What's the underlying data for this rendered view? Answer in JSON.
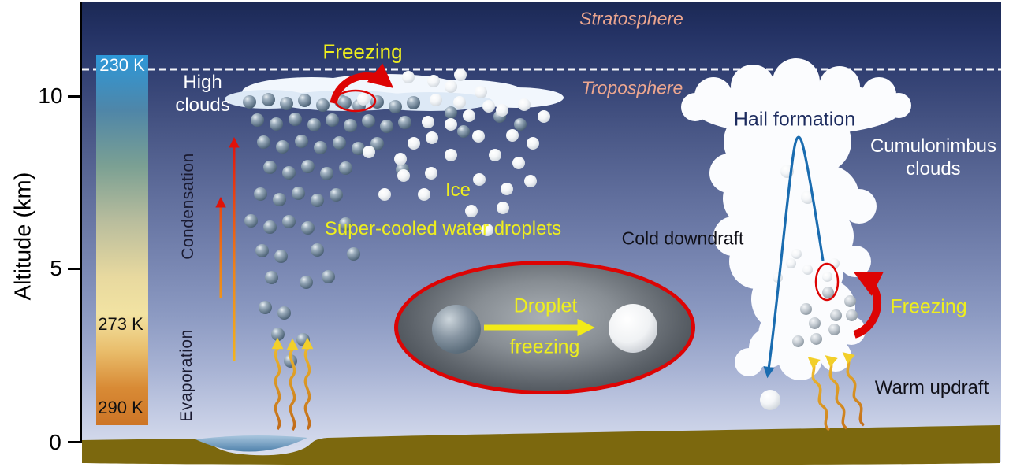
{
  "colors": {
    "accent-red": "#dd0404",
    "label-yellow": "#eeee1e",
    "dark-navy": "#1c2b5e",
    "atm-label": "#eca68f",
    "ground": "#7c680e",
    "trajectory-blue": "#1a6cb0",
    "sky-top": "#1b2955",
    "sky-bottom": "#dee3f1",
    "colorbar-top-blue": "#2d98d9",
    "colorbar-freezing-yellow": "#f2e3a2",
    "colorbar-bottom-orange": "#cd7526"
  },
  "axis": {
    "label": "Altitude (km)",
    "ticks": [
      {
        "label": "10"
      },
      {
        "label": "5"
      },
      {
        "label": "0"
      }
    ]
  },
  "colorbar": {
    "top": "230 K",
    "freezing_point": "273 K",
    "bottom": "290 K"
  },
  "atmosphere": {
    "stratosphere": "Stratosphere",
    "troposphere": "Troposphere"
  },
  "left_scene": {
    "high_clouds_line1": "High",
    "high_clouds_line2": "clouds",
    "freezing": "Freezing",
    "ice": "Ice",
    "supercooled": "Super-cooled water droplets",
    "condensation": "Condensation",
    "evaporation": "Evaporation"
  },
  "inset": {
    "line1": "Droplet",
    "line2": "freezing"
  },
  "right_scene": {
    "hail_formation": "Hail formation",
    "cumulonimbus_line1": "Cumulonimbus",
    "cumulonimbus_line2": "clouds",
    "cold_downdraft": "Cold downdraft",
    "freezing": "Freezing",
    "warm_updraft": "Warm updraft"
  },
  "droplets": {
    "supercooled": [
      [
        316,
        129
      ],
      [
        340,
        126
      ],
      [
        363,
        131
      ],
      [
        386,
        127
      ],
      [
        409,
        133
      ],
      [
        432,
        128
      ],
      [
        437,
        130
      ],
      [
        455,
        134
      ],
      [
        478,
        129
      ],
      [
        501,
        135
      ],
      [
        524,
        130
      ],
      [
        326,
        152
      ],
      [
        350,
        157
      ],
      [
        374,
        151
      ],
      [
        398,
        158
      ],
      [
        421,
        152
      ],
      [
        444,
        159
      ],
      [
        467,
        153
      ],
      [
        490,
        160
      ],
      [
        513,
        155
      ],
      [
        334,
        180
      ],
      [
        358,
        186
      ],
      [
        382,
        179
      ],
      [
        406,
        187
      ],
      [
        430,
        181
      ],
      [
        454,
        188
      ],
      [
        478,
        182
      ],
      [
        342,
        212
      ],
      [
        366,
        219
      ],
      [
        390,
        211
      ],
      [
        414,
        220
      ],
      [
        438,
        213
      ],
      [
        510,
        215
      ],
      [
        330,
        246
      ],
      [
        354,
        253
      ],
      [
        378,
        245
      ],
      [
        402,
        254
      ],
      [
        426,
        247
      ],
      [
        318,
        280
      ],
      [
        342,
        288
      ],
      [
        366,
        281
      ],
      [
        390,
        289
      ],
      [
        438,
        284
      ],
      [
        332,
        318
      ],
      [
        356,
        325
      ],
      [
        402,
        317
      ],
      [
        448,
        322
      ],
      [
        344,
        352
      ],
      [
        388,
        358
      ],
      [
        416,
        351
      ],
      [
        336,
        390
      ],
      [
        360,
        397
      ],
      [
        352,
        424
      ],
      [
        384,
        431
      ],
      [
        368,
        458
      ]
    ],
    "cloud_mixed_gray": [
      [
        572,
        143
      ],
      [
        588,
        167
      ],
      [
        634,
        148
      ],
      [
        660,
        158
      ]
    ],
    "ice": [
      [
        518,
        98
      ],
      [
        550,
        103
      ],
      [
        584,
        95
      ],
      [
        610,
        117
      ],
      [
        572,
        110
      ],
      [
        461,
        126
      ],
      [
        553,
        127
      ],
      [
        583,
        130
      ],
      [
        620,
        135
      ],
      [
        543,
        155
      ],
      [
        572,
        158
      ],
      [
        595,
        147
      ],
      [
        607,
        173
      ],
      [
        548,
        175
      ],
      [
        637,
        140
      ],
      [
        665,
        133
      ],
      [
        690,
        148
      ],
      [
        650,
        172
      ],
      [
        676,
        182
      ],
      [
        468,
        193
      ],
      [
        508,
        202
      ],
      [
        525,
        182
      ],
      [
        488,
        247
      ],
      [
        538,
        247
      ],
      [
        512,
        223
      ],
      [
        547,
        220
      ],
      [
        572,
        197
      ],
      [
        628,
        197
      ],
      [
        658,
        207
      ],
      [
        608,
        228
      ],
      [
        643,
        240
      ],
      [
        673,
        230
      ],
      [
        598,
        268
      ],
      [
        638,
        264
      ],
      [
        618,
        292
      ]
    ],
    "right_white": [
      [
        1003,
        334
      ],
      [
        1024,
        342
      ],
      [
        1058,
        334
      ],
      [
        986,
        352
      ],
      [
        1049,
        351
      ],
      [
        1010,
        322
      ]
    ],
    "right_gray": [
      [
        1050,
        371
      ],
      [
        1022,
        392
      ],
      [
        1060,
        400
      ],
      [
        1080,
        400
      ],
      [
        1033,
        410
      ],
      [
        1058,
        418
      ],
      [
        1012,
        433
      ],
      [
        1035,
        430
      ],
      [
        1078,
        382
      ]
    ],
    "trajectory_hail": [
      [
        998,
        217
      ],
      [
        1024,
        250
      ]
    ],
    "falling_hail": [
      [
        977,
        508
      ]
    ],
    "inset_droplet": [
      [
        579,
        418
      ]
    ],
    "inset_ice": [
      [
        803,
        417
      ]
    ]
  }
}
